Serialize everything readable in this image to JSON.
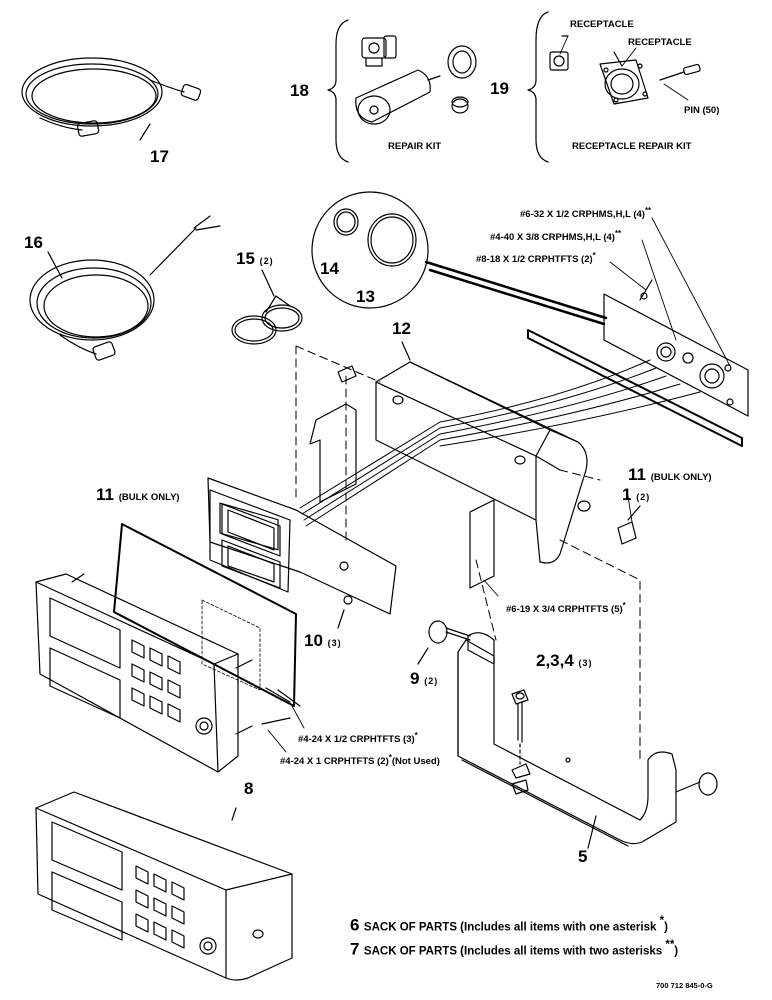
{
  "callouts": {
    "c1": {
      "num": "1",
      "qty": "(2)"
    },
    "c2": {
      "num": "2,3,4",
      "qty": "(3)"
    },
    "c5": {
      "num": "5"
    },
    "c8": {
      "num": "8"
    },
    "c9": {
      "num": "9",
      "qty": "(2)"
    },
    "c10": {
      "num": "10",
      "qty": "(3)"
    },
    "c11a": {
      "num": "11",
      "note": "(BULK ONLY)"
    },
    "c11b": {
      "num": "11",
      "note": "(BULK ONLY)"
    },
    "c12": {
      "num": "12"
    },
    "c13": {
      "num": "13"
    },
    "c14": {
      "num": "14"
    },
    "c15": {
      "num": "15",
      "qty": "(2)"
    },
    "c16": {
      "num": "16"
    },
    "c17": {
      "num": "17"
    },
    "c18": {
      "num": "18",
      "caption": "REPAIR KIT"
    },
    "c19": {
      "num": "19",
      "caption": "RECEPTACLE REPAIR KIT",
      "receptacle1": "RECEPTACLE",
      "receptacle2": "RECEPTACLE",
      "pin": "PIN (50)"
    }
  },
  "screws": {
    "s1": "#6-32 X 1/2 CRPHMS,H,L (4)",
    "s1_mark": "**",
    "s2": "#4-40 X 3/8 CRPHMS,H,L (4)",
    "s2_mark": "**",
    "s3": "#8-18 X 1/2 CRPHTFTS (2)",
    "s3_mark": "*",
    "s4": "#6-19 X 3/4 CRPHTFTS (5)",
    "s4_mark": "*",
    "s5": "#4-24 X 1/2 CRPHTFTS (3)",
    "s5_mark": "*",
    "s6": "#4-24 X 1 CRPHTFTS (2)",
    "s6_mark": "*",
    "s6_tail": "(Not Used)"
  },
  "notes": [
    {
      "num": "6",
      "text": "SACK OF PARTS (Includes all items with one asterisk ",
      "mark": "*",
      "end": ")"
    },
    {
      "num": "7",
      "text": "SACK OF PARTS (Includes all items with two asterisks ",
      "mark": "**",
      "end": ")"
    }
  ],
  "drawing_number": "700 712 845-0-G"
}
